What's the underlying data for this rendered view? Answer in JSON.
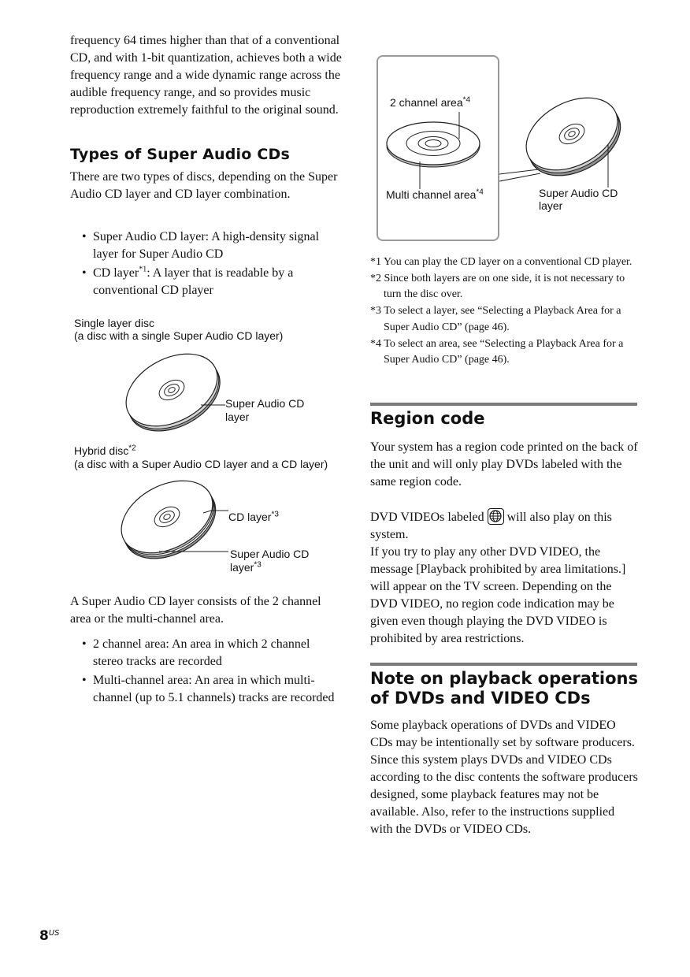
{
  "left": {
    "intro": "frequency 64 times higher than that of a conventional CD, and with 1-bit quantization, achieves both a wide frequency range and a wide dynamic range across the audible frequency range, and so provides music reproduction extremely faithful to the original sound.",
    "types_heading": "Types of Super Audio CDs",
    "types_intro": "There are two types of discs, depending on the Super Audio CD layer and CD layer combination.",
    "bullets1": [
      {
        "text": "Super Audio CD layer: A high-density signal layer for Super Audio CD"
      },
      {
        "pre": "CD layer",
        "sup": "*1",
        "post": ": A layer that is readable by a conventional CD player"
      }
    ],
    "single": {
      "title": "Single layer disc",
      "subtitle": "(a disc with a single Super Audio CD layer)",
      "label_line1": "Super Audio CD",
      "label_line2": "layer"
    },
    "hybrid": {
      "title": "Hybrid disc",
      "title_sup": "*2",
      "subtitle": "(a disc with a Super Audio CD layer and a CD layer)",
      "cd_label": "CD layer",
      "cd_sup": "*3",
      "sacd_line1": "Super Audio CD",
      "sacd_line2": "layer",
      "sacd_sup": "*3"
    },
    "layer_text": "A Super Audio CD layer consists of the 2 channel area or the multi-channel area.",
    "bullets2": [
      "2 channel area: An area in which 2 channel stereo tracks are recorded",
      "Multi-channel area: An area in which multi-channel (up to 5.1 channels) tracks are recorded"
    ],
    "bullet_symbol": "•"
  },
  "right": {
    "diagram": {
      "two_channel": "2 channel area",
      "two_channel_sup": "*4",
      "multi_channel": "Multi channel area",
      "multi_channel_sup": "*4",
      "sacd_line1": "Super Audio CD",
      "sacd_line2": "layer"
    },
    "footnotes": [
      "*1 You can play the CD layer on a conventional CD player.",
      "*2 Since both layers are on one side, it is not necessary to turn the disc over.",
      "*3 To select a layer, see “Selecting a Playback Area for a Super Audio CD” (page 46).",
      "*4 To select an area, see “Selecting a Playback Area for a Super Audio CD” (page 46)."
    ],
    "region_heading": "Region code",
    "region_p1": "Your system has a region code printed on the back of the unit and will only play DVDs labeled with the same region code.",
    "region_p2_pre": "DVD VIDEOs labeled",
    "region_p2_post": "will also play on this system.",
    "region_p3": "If you try to play any other DVD VIDEO, the message [Playback prohibited by area limitations.] will appear on the TV screen. Depending on the DVD VIDEO, no region code indication may be given even though playing the DVD VIDEO is prohibited by area restrictions.",
    "note_heading": "Note on playback operations of DVDs and VIDEO CDs",
    "note_text": "Some playback operations of DVDs and VIDEO CDs may be intentionally set by software producers. Since this system plays DVDs and VIDEO CDs according to the disc contents the software producers designed, some playback features may not be available. Also, refer to the instructions supplied with the DVDs or VIDEO CDs."
  },
  "footer": {
    "page_number": "8",
    "page_suffix": "US"
  }
}
